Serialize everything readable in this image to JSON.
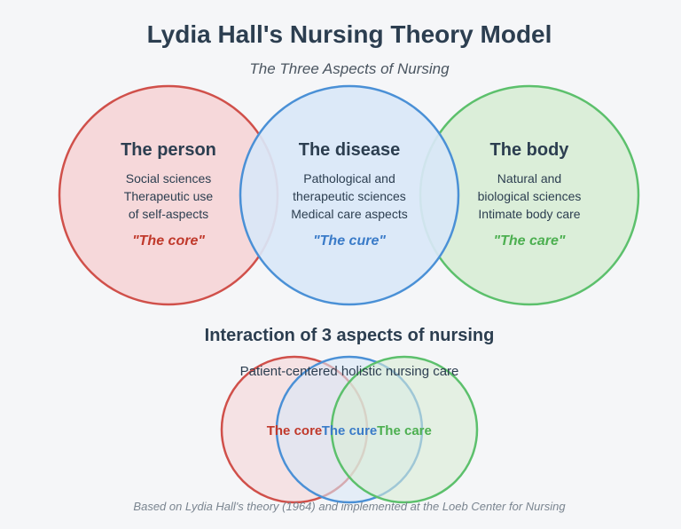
{
  "title": "Lydia Hall's Nursing Theory Model",
  "subtitle": "The Three Aspects of Nursing",
  "colors": {
    "red": "#d0504a",
    "red_fill": "#f5d5d7",
    "blue": "#4a90d6",
    "blue_fill": "#d9e7f7",
    "green": "#5cc06c",
    "green_fill": "#d8edd6",
    "text": "#2c3e50"
  },
  "aspects": [
    {
      "heading": "The person",
      "lines": [
        "Social sciences",
        "Therapeutic use",
        "of self-aspects"
      ],
      "quote": "\"The core\"",
      "color": "#d0504a"
    },
    {
      "heading": "The disease",
      "lines": [
        "Pathological and",
        "therapeutic sciences",
        "Medical care aspects"
      ],
      "quote": "\"The cure\"",
      "color": "#4a90d6"
    },
    {
      "heading": "The body",
      "lines": [
        "Natural and",
        "biological sciences",
        "Intimate body care"
      ],
      "quote": "\"The care\"",
      "color": "#5cc06c"
    }
  ],
  "interaction": {
    "title": "Interaction of 3 aspects of nursing",
    "caption": "Patient-centered holistic nursing care",
    "labels": [
      "The core",
      "The cure",
      "The care"
    ]
  },
  "footer": "Based on Lydia Hall's theory (1964) and implemented at the Loeb Center for Nursing"
}
